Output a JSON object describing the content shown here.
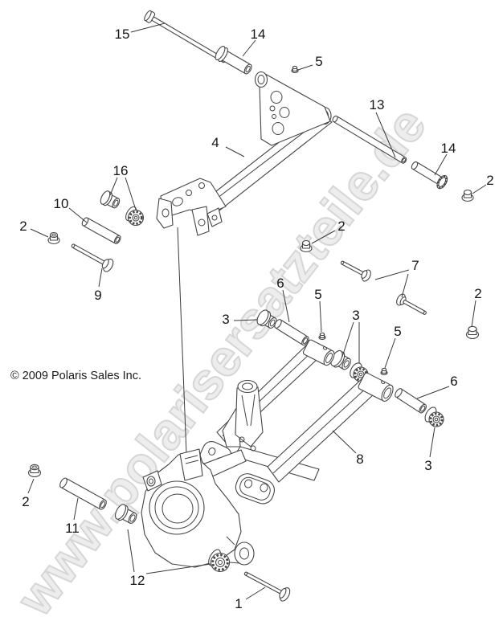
{
  "diagram": {
    "watermark": "www.polarisersatzteile.de",
    "copyright": "© 2009 Polaris Sales Inc.",
    "callouts": [
      {
        "label": "15"
      },
      {
        "label": "14"
      },
      {
        "label": "5"
      },
      {
        "label": "13"
      },
      {
        "label": "14"
      },
      {
        "label": "2"
      },
      {
        "label": "4"
      },
      {
        "label": "16"
      },
      {
        "label": "10"
      },
      {
        "label": "2"
      },
      {
        "label": "2"
      },
      {
        "label": "9"
      },
      {
        "label": "6"
      },
      {
        "label": "7"
      },
      {
        "label": "2"
      },
      {
        "label": "3"
      },
      {
        "label": "5"
      },
      {
        "label": "3"
      },
      {
        "label": "5"
      },
      {
        "label": "6"
      },
      {
        "label": "2"
      },
      {
        "label": "11"
      },
      {
        "label": "12"
      },
      {
        "label": "8"
      },
      {
        "label": "3"
      },
      {
        "label": "1"
      }
    ]
  },
  "colors": {
    "background": "#ffffff",
    "line": "#454545",
    "label": "#151515",
    "watermark_fill": "#ededed",
    "watermark_stroke": "#d6d6d6"
  }
}
